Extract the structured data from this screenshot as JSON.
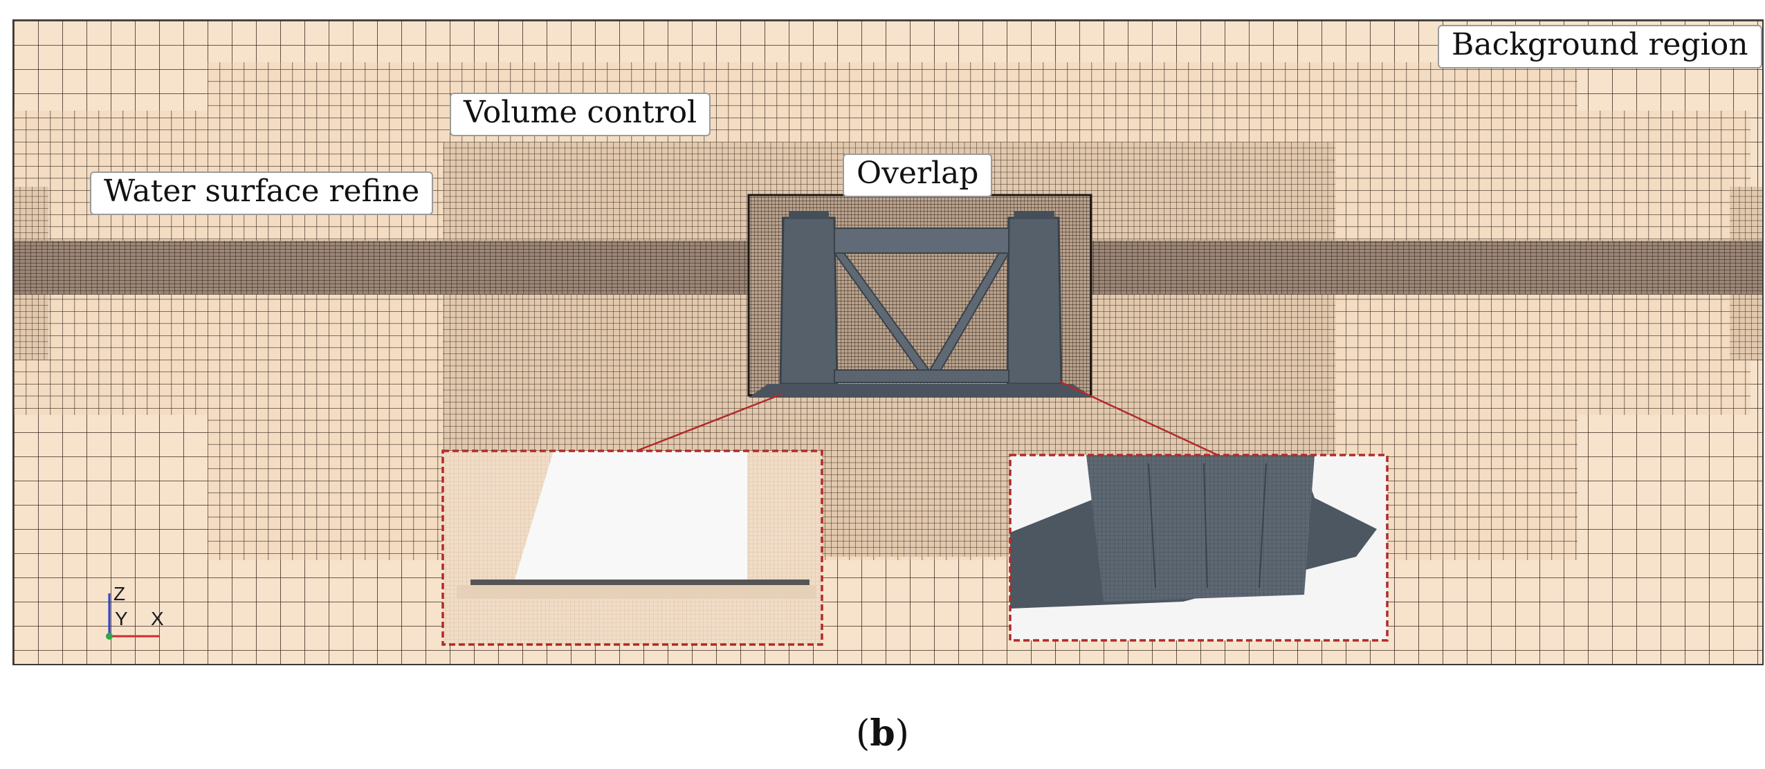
{
  "labels": {
    "background_region": "Background region",
    "volume_control": "Volume control",
    "water_surface_refine": "Water surface refine",
    "overlap": "Overlap"
  },
  "axes": {
    "z": "Z",
    "y": "Y",
    "x": "X"
  },
  "caption": {
    "open": "(",
    "letter": "b",
    "close": ")"
  },
  "colors": {
    "mesh_fill": "#f7e3cc",
    "grid_line": "#3b2a22",
    "structure": "#56606b",
    "inset_border": "#b22a2a",
    "axis_x": "#d12b2b",
    "axis_y": "#2fa84a",
    "axis_z": "#2b3fd1"
  }
}
